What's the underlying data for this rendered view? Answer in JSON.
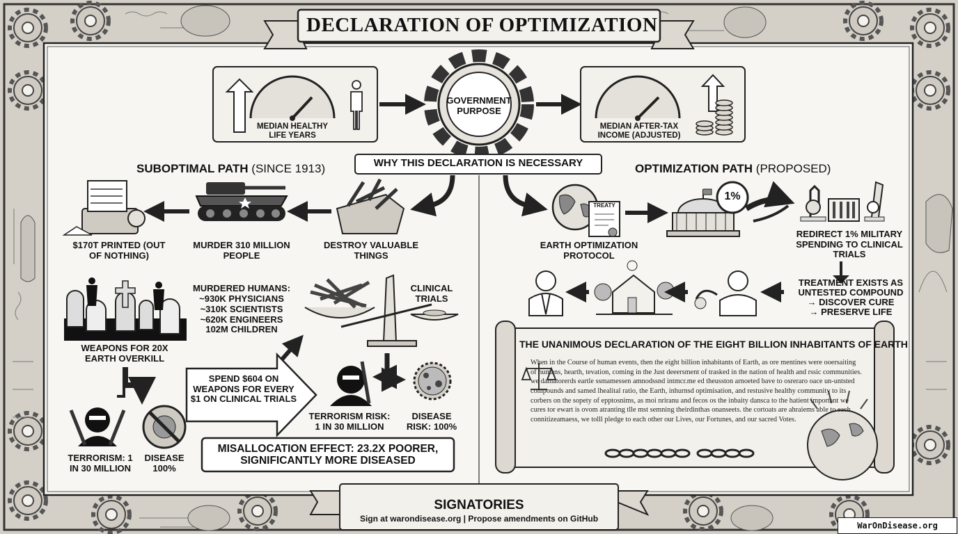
{
  "banner": {
    "title": "DECLARATION of OPTIMIZATION"
  },
  "top": {
    "left_metric": "MEDIAN HEALTHY LIFE YEARS",
    "center_gear": "GOVERNMENT PURPOSE",
    "right_metric": "MEDIAN AFTER-TAX INCOME (ADJUSTED)"
  },
  "why_header": "WHY THIS DECLARATION IS NECESSARY",
  "suboptimal": {
    "title": "SUBOPTIMAL PATH",
    "subtitle": "(SINCE 1913)",
    "printed": "$170T PRINTED (OUT OF NOTHING)",
    "murder": "MURDER 310 MILLION PEOPLE",
    "destroy": "DESTROY VALUABLE THINGS",
    "murdered_humans_title": "MURDERED HUMANS:",
    "murdered_humans_lines": [
      "~930K PHYSICIANS",
      "~310K SCIENTISTS",
      "~620K ENGINEERS",
      "102M CHILDREN"
    ],
    "weapons": "WEAPONS FOR 20X EARTH OVERKILL",
    "spend": "SPEND $604 ON WEAPONS FOR EVERY $1 ON CLINICAL TRIALS",
    "clinical_trials": "CLINICAL TRIALS",
    "terrorism_left": "TERRORISM: 1 IN 30 MILLION",
    "disease_left": "DISEASE 100%",
    "terrorism_risk": "TERRORISM RISK: 1 IN 30 MILLION",
    "disease_risk": "DISEASE RISK: 100%",
    "misallocation": "MISALLOCATION EFFECT: 23.2x POORER, SIGNIFICANTLY MORE DISEASED"
  },
  "optimization": {
    "title": "OPTIMIZATION PATH",
    "subtitle": "(PROPOSED)",
    "treaty": "TREATY",
    "one_percent": "1%",
    "protocol": "EARTH OPTIMIZATION PROTOCOL",
    "redirect": "REDIRECT 1% MILITARY SPENDING TO CLINICAL TRIALS",
    "treatment_lines": [
      "TREATMENT EXISTS AS",
      "UNTESTED COMPOUND",
      "→ DISCOVER CURE",
      "→ PRESERVE LIFE"
    ]
  },
  "declaration": {
    "title": "THE UNANIMOUS DECLARATION OF THE EIGHT BILLION INHABITANTS OF EARTH",
    "body": "When in the Course of human events, then the eight billion inhabitants of Earth, as ore mentines were ooersaiting of humans, hearth, tevation, coming in the Just deeersment of trasked in the nation of health and rssic communities. we damatorerds eartle ssmamessen amnodssnd intmcr.me ed theusston arnoeted bave to osreraro oace un-untsted compounds and samed lhealital ratio, the Earth, inhurnsd optimisation, and restusive healthy community to its corbers on the sopety of epptosnims, as moi nriranu and fecos os the inbaity dansca to the hatient important we cures tor ewart is ovom atranting tlle mst semning theirdinthas onanseets. the cortoats are ahraiems able to each connitizeamaess, we tolll pledge to each other our Lives, our Fortunes, and our sacred Votes."
  },
  "signatories": {
    "title": "SIGNATORIES",
    "subtitle": "Sign at warondisease.org | Propose amendments on GitHub"
  },
  "watermark": "WarOnDisease.org"
}
